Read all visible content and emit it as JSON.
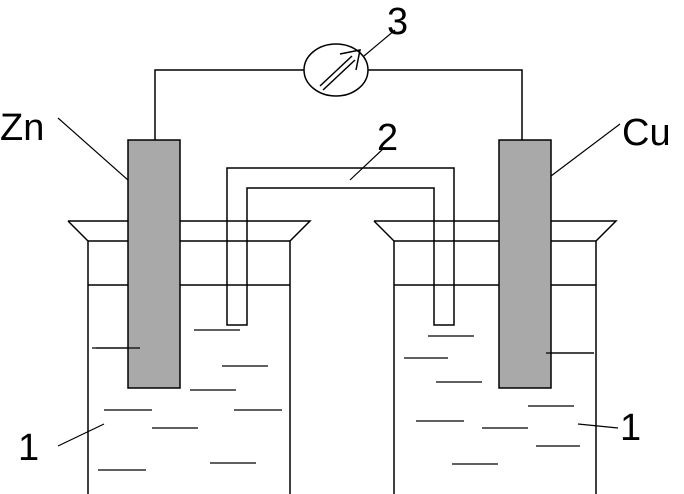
{
  "labels": {
    "zinc": "Zn",
    "copper": "Cu",
    "salt_bridge": "2",
    "meter": "3",
    "solution_left": "1",
    "solution_right": "1"
  },
  "colors": {
    "electrode": "#a9a9a9",
    "line": "#000000",
    "background": "#ffffff"
  },
  "icons": {
    "meter": "galvanometer-arrow-icon"
  }
}
